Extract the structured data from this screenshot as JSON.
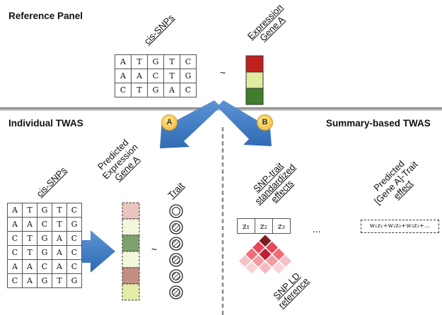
{
  "headers": {
    "reference_panel": "Reference Panel",
    "individual_twas": "Individual TWAS",
    "summary_twas": "Summary-based TWAS"
  },
  "reference": {
    "snps_label": "cis-SNPs",
    "expression_label": [
      "Expression",
      "Gene A"
    ],
    "tilde": "~",
    "sequence": [
      [
        "A",
        "T",
        "G",
        "T",
        "C"
      ],
      [
        "A",
        "A",
        "C",
        "T",
        "G"
      ],
      [
        "C",
        "T",
        "G",
        "A",
        "C"
      ]
    ],
    "expression_colors": [
      "#c0211f",
      "#e2eba0",
      "#3f7f2c"
    ]
  },
  "individual": {
    "snps_label": "cis-SNPs",
    "predicted_label": [
      "Predicted",
      "Expression",
      "Gene A"
    ],
    "trait_label": "Trait",
    "tilde": "~",
    "sequence": [
      [
        "A",
        "T",
        "G",
        "T",
        "C"
      ],
      [
        "A",
        "A",
        "C",
        "T",
        "G"
      ],
      [
        "C",
        "T",
        "G",
        "A",
        "C"
      ],
      [
        "C",
        "T",
        "G",
        "A",
        "C"
      ],
      [
        "A",
        "A",
        "C",
        "A",
        "C"
      ],
      [
        "C",
        "A",
        "G",
        "T",
        "G"
      ]
    ],
    "predicted_colors": [
      "#eac4bf",
      "#f1f6dc",
      "#7fa06c",
      "#f1f6dc",
      "#c28e80",
      "#e3eba6"
    ],
    "trait_types": [
      "open",
      "hatched",
      "hatched",
      "hatched",
      "hatched",
      "hatched"
    ]
  },
  "summary": {
    "effects_label": [
      "SNP-trait",
      "standardized",
      "effects"
    ],
    "z_cells": [
      "z₁",
      "z₂",
      "z₃"
    ],
    "ellipsis": "...",
    "ld_label": [
      "SNP LD",
      "reference"
    ],
    "predicted_label": [
      "Predicted",
      "[Gene A]-Trait",
      "effect"
    ],
    "formula": "w₁z₁+w₂z₂+w₃z₃+..."
  },
  "badges": {
    "a": "A",
    "b": "B"
  }
}
